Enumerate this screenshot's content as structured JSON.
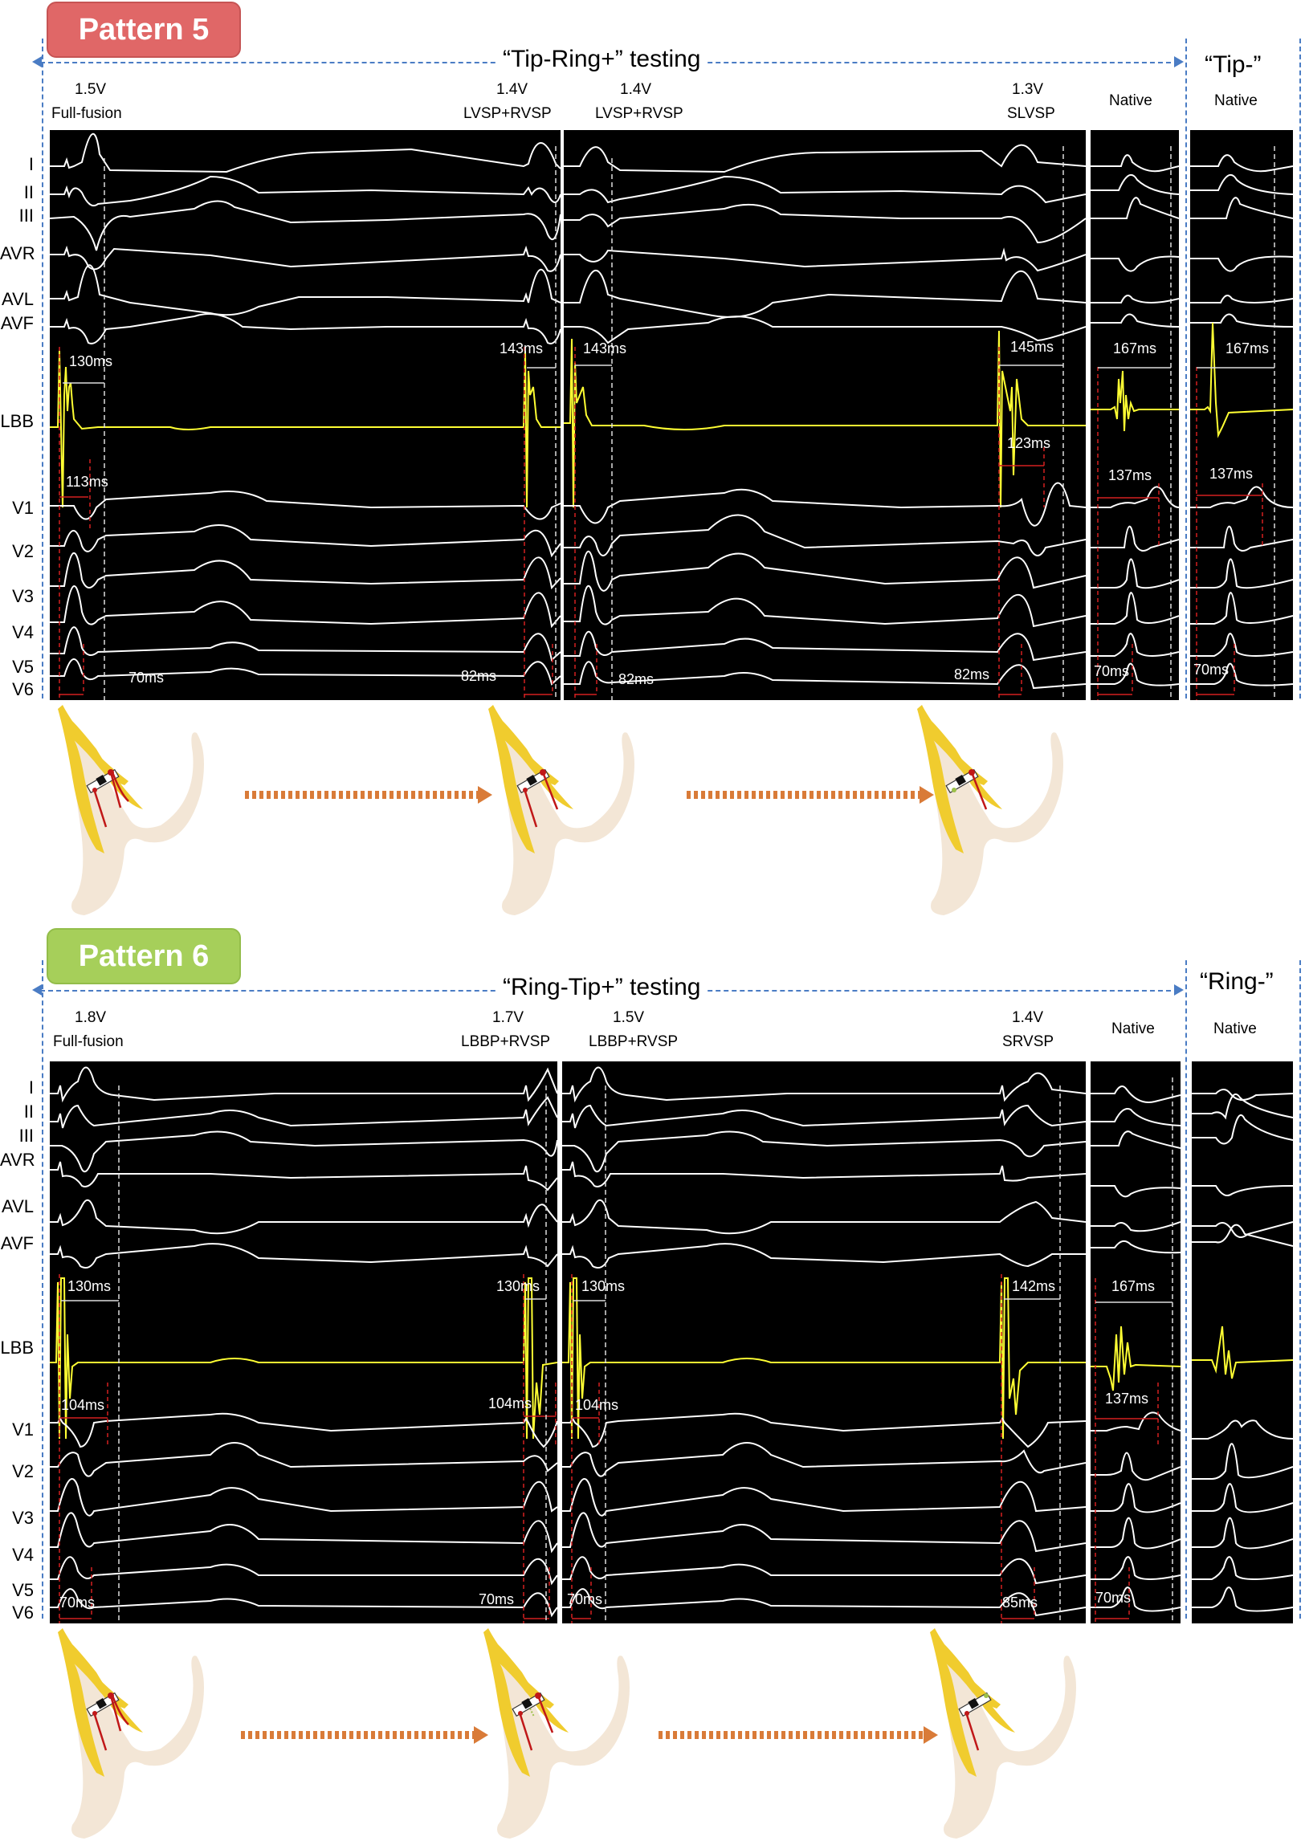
{
  "patterns": [
    {
      "badge": "Pattern 5",
      "badge_color": "#e06767",
      "testing_label": "“Tip-Ring+” testing",
      "negative_label": "“Tip-”",
      "columns": [
        {
          "voltage": "1.5V",
          "mode": "Full-fusion"
        },
        {
          "voltage": "1.4V",
          "mode": "LVSP+RVSP"
        },
        {
          "voltage": "1.4V",
          "mode": "LVSP+RVSP"
        },
        {
          "voltage": "1.3V",
          "mode": "SLVSP"
        },
        {
          "voltage": "",
          "mode": "Native"
        },
        {
          "voltage": "",
          "mode": "Native"
        }
      ],
      "leads": [
        "I",
        "II",
        "III",
        "AVR",
        "AVL",
        "AVF",
        "LBB",
        "V1",
        "V2",
        "V3",
        "V4",
        "V5",
        "V6"
      ],
      "measurements": {
        "p1_lbb_a": "130ms",
        "p1_v1_a": "113ms",
        "p1_v6_a": "70ms",
        "p1_lbb_b": "143ms",
        "p1_v6_b": "82ms",
        "p2_lbb_a": "143ms",
        "p2_v6_a": "82ms",
        "p2_lbb_b": "145ms",
        "p2_lbb_c": "123ms",
        "p2_v6_b": "82ms",
        "p3_lbb": "167ms",
        "p3_v1": "137ms",
        "p3_v6": "70ms",
        "p4_lbb": "167ms",
        "p4_v1": "137ms",
        "p4_v6": "70ms"
      }
    },
    {
      "badge": "Pattern 6",
      "badge_color": "#a6cf5a",
      "testing_label": "“Ring-Tip+” testing",
      "negative_label": "“Ring-”",
      "columns": [
        {
          "voltage": "1.8V",
          "mode": "Full-fusion"
        },
        {
          "voltage": "1.7V",
          "mode": "LBBP+RVSP"
        },
        {
          "voltage": "1.5V",
          "mode": "LBBP+RVSP"
        },
        {
          "voltage": "1.4V",
          "mode": "SRVSP"
        },
        {
          "voltage": "",
          "mode": "Native"
        },
        {
          "voltage": "",
          "mode": "Native"
        }
      ],
      "leads": [
        "I",
        "II",
        "III",
        "AVR",
        "AVL",
        "AVF",
        "LBB",
        "V1",
        "V2",
        "V3",
        "V4",
        "V5",
        "V6"
      ],
      "measurements": {
        "p1_lbb_a": "130ms",
        "p1_v1_a": "104ms",
        "p1_v6_a": "70ms",
        "p1_lbb_b": "130ms",
        "p1_v1_b": "104ms",
        "p1_v6_b": "70ms",
        "p2_lbb_a": "130ms",
        "p2_v1_a": "104ms",
        "p2_v6_a": "70ms",
        "p2_lbb_b": "142ms",
        "p2_v6_b": "85ms",
        "p3_lbb": "167ms",
        "p3_v1": "137ms",
        "p3_v6": "70ms"
      }
    }
  ],
  "colors": {
    "ecg_trace": "#ffffff",
    "lbb_trace": "#ffff33",
    "measure_red": "#d42020",
    "guide_blue": "#4a7cc4",
    "arrow_orange": "#d97b38",
    "conduction_yellow": "#f0cc2e",
    "myocardium_beige": "#f3e6d6"
  }
}
